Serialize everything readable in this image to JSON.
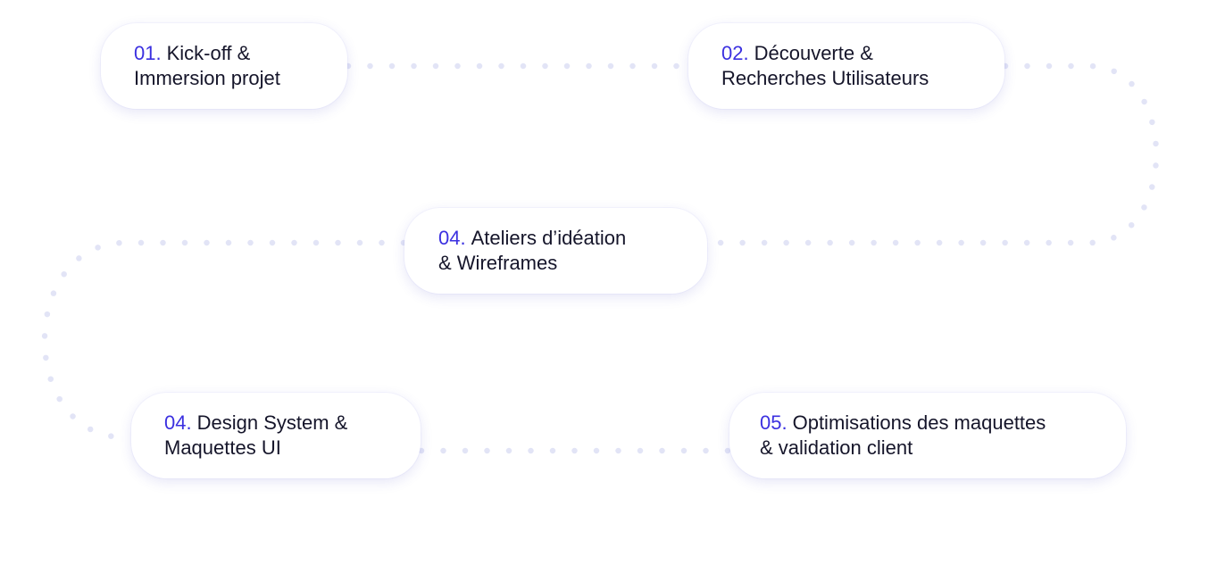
{
  "colors": {
    "number_accent": "#3b30e0",
    "text": "#15152a",
    "dots": "#e2e4f6",
    "card_bg": "#ffffff"
  },
  "steps": [
    {
      "number": "01.",
      "label_line1": "Kick-off &",
      "label_line2": "Immersion projet"
    },
    {
      "number": "02.",
      "label_line1": "Découverte &",
      "label_line2": "Recherches Utilisateurs"
    },
    {
      "number": "04.",
      "label_line1": "Ateliers d’idéation",
      "label_line2": "& Wireframes"
    },
    {
      "number": "04.",
      "label_line1": "Design System &",
      "label_line2": "Maquettes UI"
    },
    {
      "number": "05.",
      "label_line1": "Optimisations des maquettes",
      "label_line2": "& validation client"
    }
  ]
}
